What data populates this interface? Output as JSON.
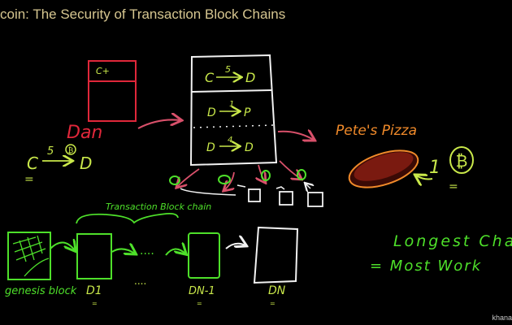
{
  "video": {
    "title": "coin: The Security of Transaction Block Chains",
    "brand": "khana"
  },
  "drawing": {
    "small_block_text": "C+",
    "big_block_rows": [
      {
        "from": "C",
        "amount": "5",
        "to": "D"
      },
      {
        "from": "D",
        "amount": "1",
        "to": "P"
      },
      {
        "from": "D",
        "amount": "4",
        "to": "D"
      }
    ],
    "dan_label": "Dan",
    "transfer": {
      "from": "C",
      "amount": "5",
      "to": "D",
      "coin_symbol": "₿"
    },
    "petes_label": "Pete's Pizza",
    "pizza_price": "1",
    "bitcoin_symbol": "₿",
    "chain_label": "Transaction Block chain",
    "genesis_label": "genesis block",
    "block_labels": [
      "D1",
      "....",
      "DN-1",
      "DN"
    ],
    "ellipsis": "....",
    "longest_chain": "Longest Chain",
    "most_work": "= Most Work",
    "equals": "="
  },
  "colors": {
    "title": "#d6c690",
    "red": "#e0273a",
    "pink": "#d8506a",
    "white": "#f2f2f2",
    "green": "#4ee02a",
    "yellow_green": "#c9e84a",
    "orange": "#f08a2a"
  }
}
